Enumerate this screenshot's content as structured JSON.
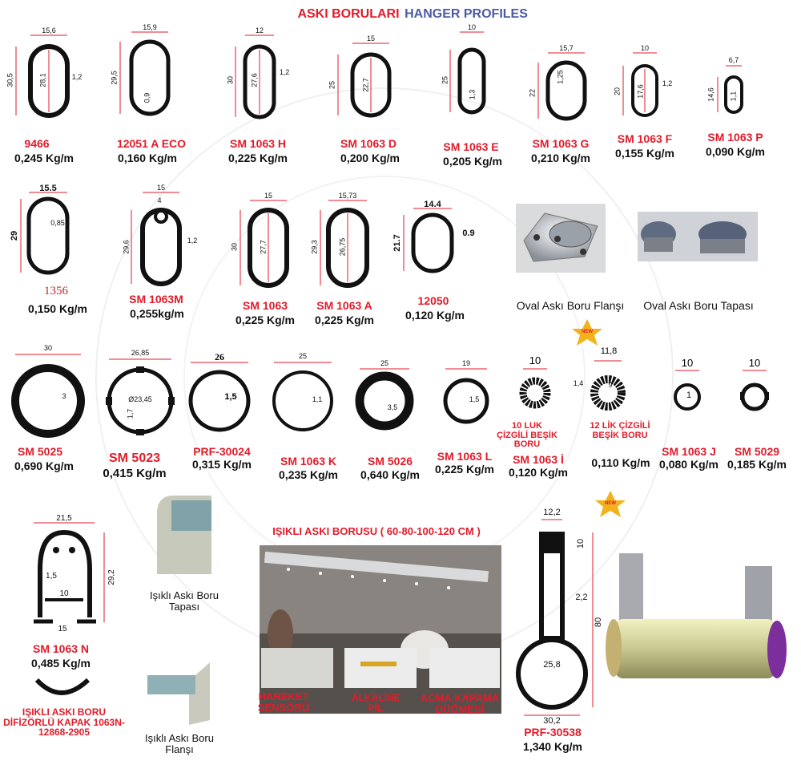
{
  "header": {
    "left": "ASKI BORULARI",
    "right": "HANGER PROFILES"
  },
  "row1": [
    {
      "code": "9466",
      "weight": "0,245 Kg/m",
      "w": "15,6",
      "h": "30,5",
      "inner": "28,1",
      "t": "1,2"
    },
    {
      "code": "12051 A ECO",
      "weight": "0,160 Kg/m",
      "w": "15,9",
      "h": "29,5",
      "t": "0,9"
    },
    {
      "code": "SM 1063 H",
      "weight": "0,225 Kg/m",
      "w": "12",
      "h": "30",
      "inner": "27,6",
      "t": "1,2"
    },
    {
      "code": "SM 1063 D",
      "weight": "0,200 Kg/m",
      "w": "15",
      "h": "25",
      "inner": "22,7"
    },
    {
      "code": "SM 1063 E",
      "weight": "0,205 Kg/m",
      "w": "10",
      "h": "25",
      "t": "1,3"
    },
    {
      "code": "SM 1063 G",
      "weight": "0,210 Kg/m",
      "w": "15,7",
      "h": "22",
      "t": "1,25"
    },
    {
      "code": "SM 1063 F",
      "weight": "0,155 Kg/m",
      "w": "10",
      "h": "20",
      "inner": "17,6",
      "t": "1,2"
    },
    {
      "code": "SM 1063 P",
      "weight": "0,090 Kg/m",
      "w": "6,7",
      "h": "14,6",
      "t": "1,1"
    }
  ],
  "row2": [
    {
      "code": "1356",
      "weight": "0,150 Kg/m",
      "w": "15.5",
      "h": "29",
      "t": "0,85"
    },
    {
      "code": "SM 1063M",
      "weight": "0,255kg/m",
      "w": "15",
      "notch": "4",
      "h": "29,6",
      "t": "1,2"
    },
    {
      "code": "SM 1063",
      "weight": "0,225 Kg/m",
      "w": "15",
      "h": "30",
      "inner": "27,7"
    },
    {
      "code": "SM 1063 A",
      "weight": "0,225 Kg/m",
      "w": "15,73",
      "h": "29,3",
      "inner": "26,75"
    },
    {
      "code": "12050",
      "weight": "0,120 Kg/m",
      "w": "14.4",
      "h": "21.7",
      "t": "0.9"
    }
  ],
  "accessories": {
    "flange": "Oval Askı Boru Flanşı",
    "cap": "Oval Askı Boru Tapası",
    "new": "NEW"
  },
  "row3": [
    {
      "code": "SM 5025",
      "weight": "0,690 Kg/m",
      "d": "30",
      "t": "3"
    },
    {
      "code": "SM 5023",
      "weight": "0,415 Kg/m",
      "d": "26,85",
      "inner": "Ø23,45",
      "t": "1,7"
    },
    {
      "code": "PRF-30024",
      "weight": "0,315 Kg/m",
      "d": "26",
      "t": "1,5"
    },
    {
      "code": "SM 1063 K",
      "weight": "0,235 Kg/m",
      "d": "25",
      "t": "1,1"
    },
    {
      "code": "SM 5026",
      "weight": "0,640 Kg/m",
      "d": "25",
      "t": "3,5"
    },
    {
      "code": "SM 1063 L",
      "weight": "0,225 Kg/m",
      "d": "19",
      "t": "1,5"
    },
    {
      "note": "10 LUK ÇİZGİLİ BEŞİK BORU",
      "code": "SM 1063 İ",
      "weight": "0,120 Kg/m",
      "d": "10"
    },
    {
      "note": "12 LİK ÇİZGİLİ BEŞİK BORU",
      "weight": "0,110 Kg/m",
      "d": "11,8",
      "inner": "9",
      "t": "1,4"
    },
    {
      "code": "SM 1063 J",
      "weight": "0,080 Kg/m",
      "d": "10",
      "t": "1"
    },
    {
      "code": "SM 5029",
      "weight": "0,185 Kg/m",
      "d": "10"
    }
  ],
  "row4": {
    "n": {
      "code": "SM 1063 N",
      "weight": "0,485 Kg/m",
      "w": "21,5",
      "h": "29,2",
      "a": "1,5",
      "b": "10",
      "c": "15"
    },
    "cover": "IŞIKLI ASKI BORU DİFİZÖRLÜ KAPAK 1063N-12868-2905",
    "lit_cap": "Işıklı Askı Boru Tapası",
    "lit_flange": "Işıklı Askı Boru Flanşı",
    "lit_title": "IŞIKLI ASKI BORUSU ( 60-80-100-120 CM )",
    "feature1": "HAREKET SENSÖRÜ",
    "feature2": "ALKALİNE PİL",
    "feature3": "ACMA KAPAMA DÜĞMESİ",
    "prf": {
      "code": "PRF-30538",
      "weight": "1,340 Kg/m",
      "w": "12,2",
      "h": "80",
      "top": "10",
      "t": "2,2",
      "d": "25,8",
      "od": "30,2"
    }
  }
}
